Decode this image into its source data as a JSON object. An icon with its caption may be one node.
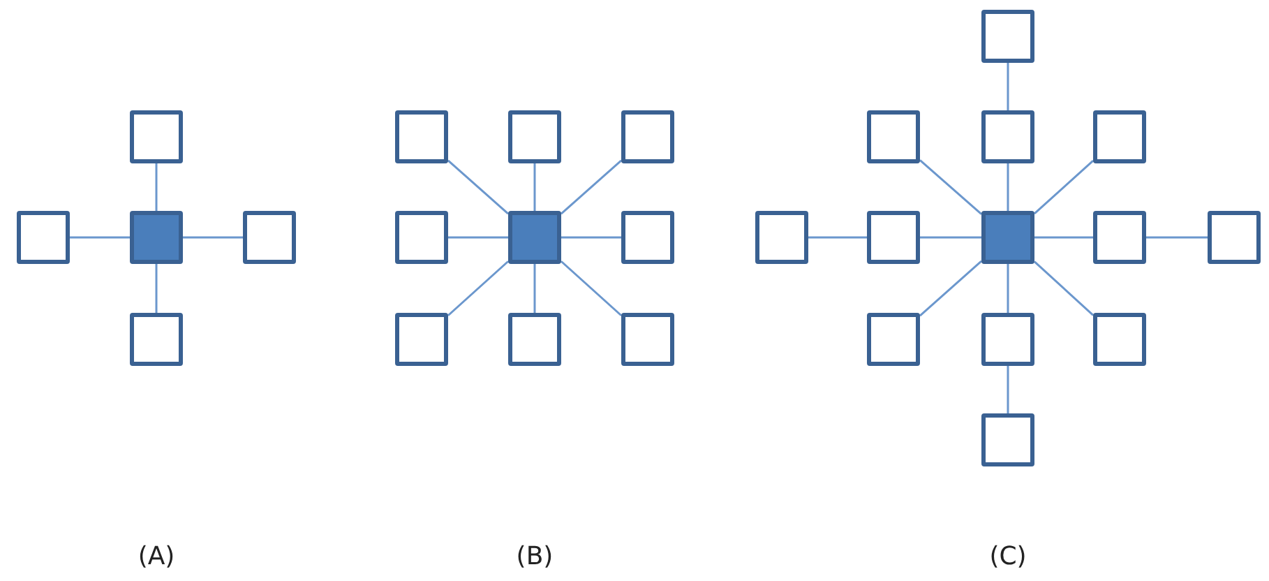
{
  "diagram": {
    "nodes": [
      {
        "text": [],
        "shape": "box"
      },
      {
        "text": [],
        "shape": "box"
      },
      {
        "text": [],
        "shape": "box"
      },
      {
        "text": [],
        "shape": "box"
      },
      {
        "text": [],
        "shape": "box"
      },
      {
        "text": [],
        "shape": "box"
      },
      {
        "text": [],
        "shape": "box"
      },
      {
        "text": [],
        "shape": "box"
      },
      {
        "text": [],
        "shape": "box"
      },
      {
        "text": [],
        "shape": "box"
      },
      {
        "text": [],
        "shape": "box"
      },
      {
        "text": [],
        "shape": "box"
      },
      {
        "text": [],
        "shape": "box"
      },
      {
        "text": [],
        "shape": "box"
      },
      {
        "text": [],
        "shape": "box"
      },
      {
        "text": [],
        "shape": "box"
      },
      {
        "text": [],
        "shape": "box"
      },
      {
        "text": [],
        "shape": "box"
      },
      {
        "text": [],
        "shape": "box"
      },
      {
        "text": [],
        "shape": "box"
      },
      {
        "text": [],
        "shape": "box"
      },
      {
        "text": [],
        "shape": "box"
      },
      {
        "text": [],
        "shape": "box"
      },
      {
        "text": [],
        "shape": "box"
      },
      {
        "text": [],
        "shape": "box"
      },
      {
        "text": [],
        "shape": "box"
      },
      {
        "text": [],
        "shape": "box"
      }
    ],
    "edges": [
      {
        "from": 2,
        "to": 0,
        "arrow": "none"
      },
      {
        "from": 2,
        "to": 1,
        "arrow": "none"
      },
      {
        "from": 2,
        "to": 3,
        "arrow": "none"
      },
      {
        "from": 2,
        "to": 4,
        "arrow": "none"
      },
      {
        "from": 9,
        "to": 5,
        "arrow": "none"
      },
      {
        "from": 9,
        "to": 6,
        "arrow": "none"
      },
      {
        "from": 9,
        "to": 7,
        "arrow": "none"
      },
      {
        "from": 9,
        "to": 8,
        "arrow": "none"
      },
      {
        "from": 9,
        "to": 10,
        "arrow": "none"
      },
      {
        "from": 9,
        "to": 11,
        "arrow": "none"
      },
      {
        "from": 9,
        "to": 12,
        "arrow": "none"
      },
      {
        "from": 9,
        "to": 13,
        "arrow": "none"
      },
      {
        "from": 20,
        "to": 15,
        "arrow": "none"
      },
      {
        "from": 20,
        "to": 16,
        "arrow": "none"
      },
      {
        "from": 20,
        "to": 17,
        "arrow": "none"
      },
      {
        "from": 20,
        "to": 19,
        "arrow": "none"
      },
      {
        "from": 20,
        "to": 21,
        "arrow": "none"
      },
      {
        "from": 20,
        "to": 23,
        "arrow": "none"
      },
      {
        "from": 20,
        "to": 24,
        "arrow": "none"
      },
      {
        "from": 20,
        "to": 25,
        "arrow": "none"
      },
      {
        "from": 16,
        "to": 14,
        "arrow": "none"
      },
      {
        "from": 19,
        "to": 18,
        "arrow": "none"
      },
      {
        "from": 21,
        "to": 22,
        "arrow": "none"
      },
      {
        "from": 24,
        "to": 26,
        "arrow": "none"
      }
    ],
    "labels": [
      "(A)",
      "(B)",
      "(C)"
    ]
  }
}
